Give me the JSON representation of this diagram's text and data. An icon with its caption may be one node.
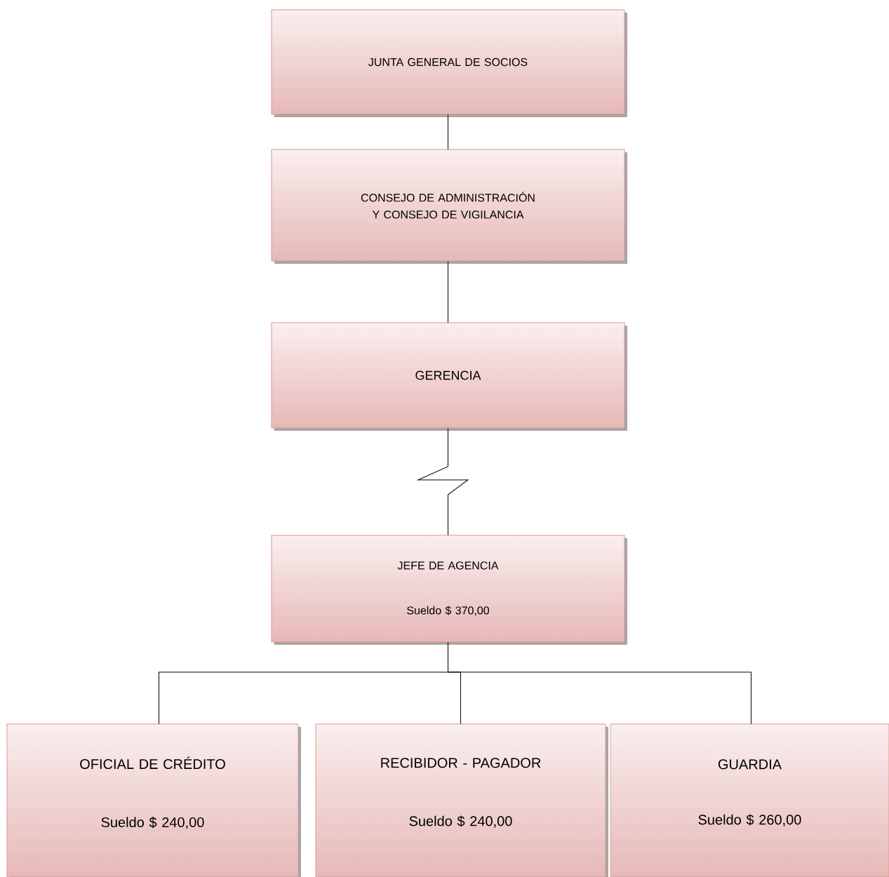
{
  "diagram": {
    "nodes": [
      {
        "text": [
          "JUNTA GENERAL DE SOCIOS"
        ]
      },
      {
        "text": [
          "CONSEJO DE ADMINISTRACIÓN Y CONSEJO DE VIGILANCIA"
        ]
      },
      {
        "text": [
          "GERENCIA"
        ]
      },
      {
        "text": [
          "JEFE DE AGENCIA",
          "Sueldo $ 370,00"
        ]
      },
      {
        "text": [
          "OFICIAL DE CRÉDITO",
          "Sueldo $ 240,00"
        ]
      },
      {
        "text": [
          "RECIBIDOR - PAGADOR",
          "Sueldo $ 240,00"
        ]
      },
      {
        "text": [
          "GUARDIA",
          "Sueldo $ 260,00"
        ]
      }
    ],
    "edges": [
      {
        "from": 0,
        "to": 1,
        "arrow": "none"
      },
      {
        "from": 1,
        "to": 2,
        "arrow": "none"
      },
      {
        "from": 2,
        "to": 3,
        "arrow": "none"
      },
      {
        "from": 3,
        "to": 4,
        "arrow": "none"
      },
      {
        "from": 3,
        "to": 5,
        "arrow": "none"
      },
      {
        "from": 3,
        "to": 6,
        "arrow": "none"
      }
    ]
  }
}
